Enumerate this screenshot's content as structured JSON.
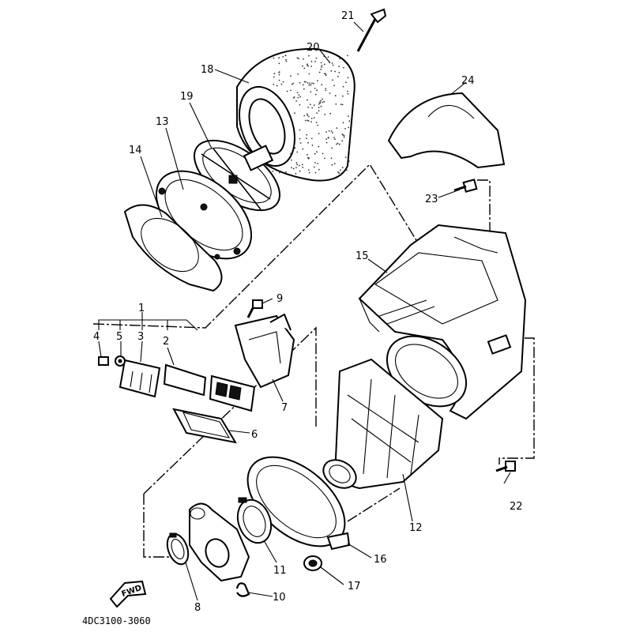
{
  "diagram": {
    "code": "4DC3100-3060",
    "fwd_label": "FWD",
    "callouts": [
      {
        "id": "1",
        "text": "1"
      },
      {
        "id": "2",
        "text": "2"
      },
      {
        "id": "3",
        "text": "3"
      },
      {
        "id": "4",
        "text": "4"
      },
      {
        "id": "5",
        "text": "5"
      },
      {
        "id": "6",
        "text": "6"
      },
      {
        "id": "7",
        "text": "7"
      },
      {
        "id": "8",
        "text": "8"
      },
      {
        "id": "9",
        "text": "9"
      },
      {
        "id": "10",
        "text": "10"
      },
      {
        "id": "11",
        "text": "11"
      },
      {
        "id": "12",
        "text": "12"
      },
      {
        "id": "13",
        "text": "13"
      },
      {
        "id": "14",
        "text": "14"
      },
      {
        "id": "15",
        "text": "15"
      },
      {
        "id": "16",
        "text": "16"
      },
      {
        "id": "17",
        "text": "17"
      },
      {
        "id": "18",
        "text": "18"
      },
      {
        "id": "19",
        "text": "19"
      },
      {
        "id": "20",
        "text": "20"
      },
      {
        "id": "21",
        "text": "21"
      },
      {
        "id": "22",
        "text": "22"
      },
      {
        "id": "23",
        "text": "23"
      },
      {
        "id": "24",
        "text": "24"
      }
    ]
  }
}
